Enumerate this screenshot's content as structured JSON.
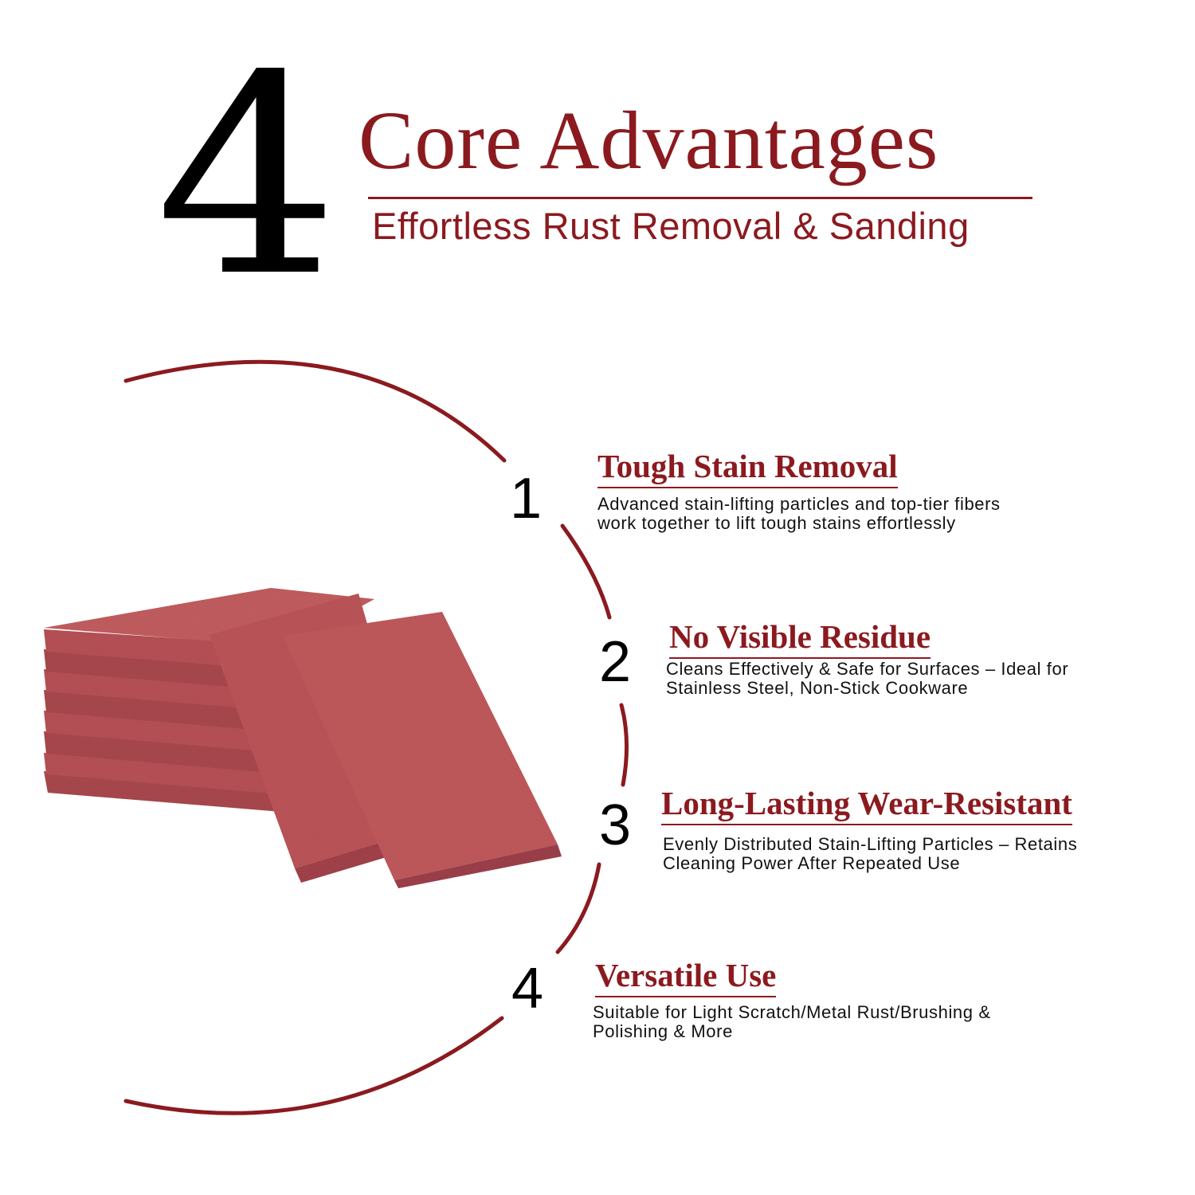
{
  "header": {
    "number": "4",
    "title": "Core Advantages",
    "subtitle": "Effortless Rust Removal & Sanding"
  },
  "colors": {
    "accent": "#8b1a1f",
    "pad": "#b85052",
    "text": "#111111",
    "background": "#ffffff"
  },
  "features": [
    {
      "number": "1",
      "title": "Tough Stain Removal",
      "lines": [
        "Advanced stain-lifting particles and top-tier fibers",
        "work together to lift tough stains effortlessly"
      ]
    },
    {
      "number": "2",
      "title": "No Visible Residue",
      "lines": [
        "Cleans Effectively & Safe for Surfaces – Ideal for",
        "Stainless Steel, Non-Stick Cookware"
      ]
    },
    {
      "number": "3",
      "title": "Long-Lasting Wear-Resistant",
      "lines": [
        "Evenly Distributed Stain-Lifting Particles – Retains",
        "Cleaning Power After Repeated Use"
      ]
    },
    {
      "number": "4",
      "title": "Versatile Use",
      "lines": [
        "Suitable for Light Scratch/Metal Rust/Brushing &",
        "Polishing & More"
      ]
    }
  ]
}
